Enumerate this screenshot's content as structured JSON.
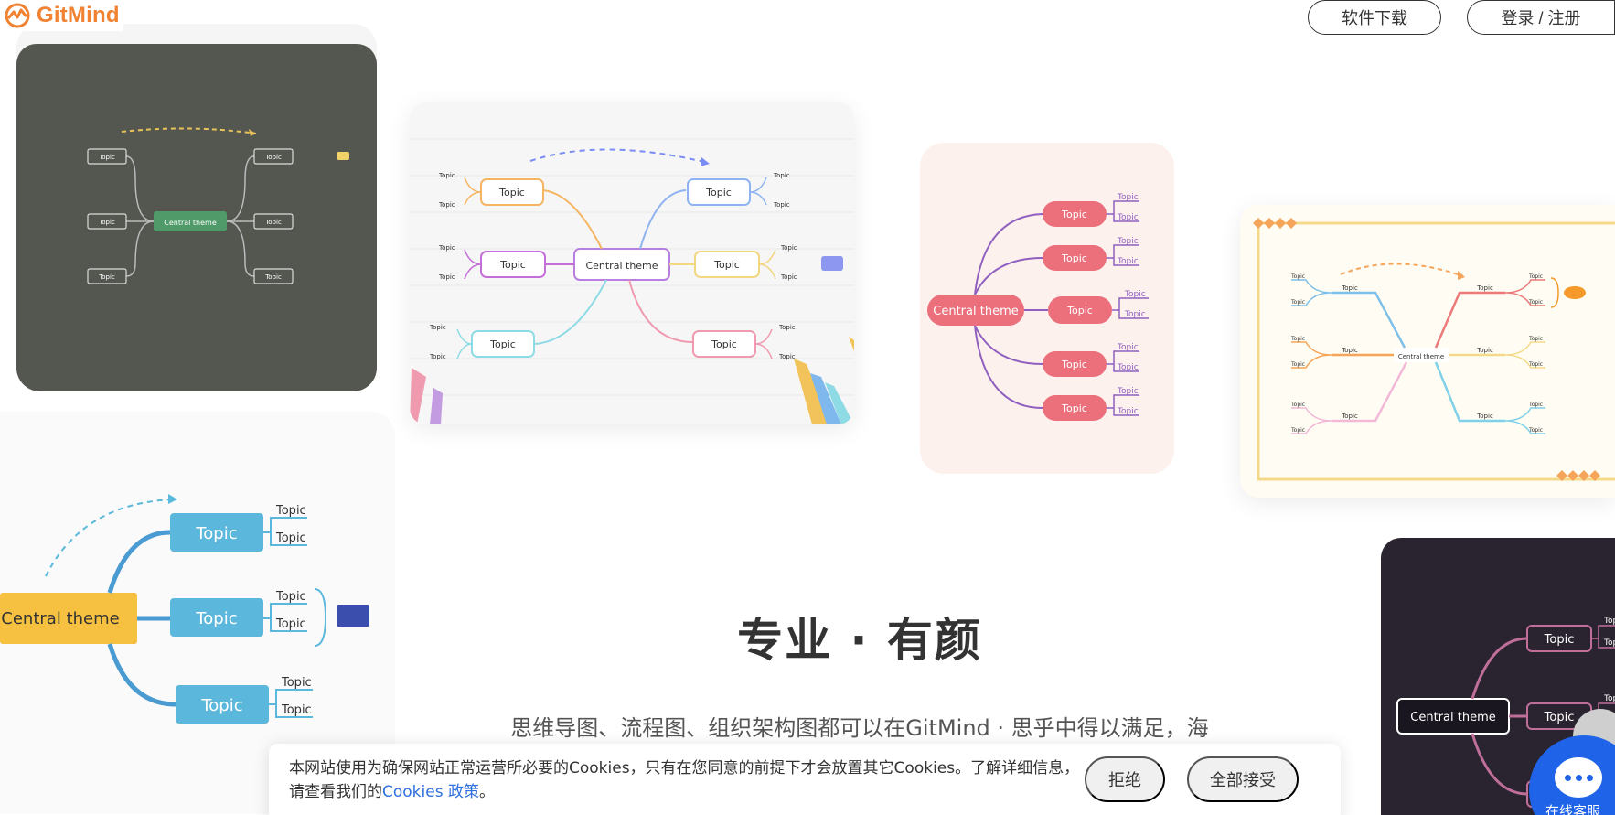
{
  "header": {
    "logo_text": "GitMind",
    "download_label": "软件下载",
    "login_label": "登录 / 注册"
  },
  "hero": {
    "headline": "专业 · 有颜",
    "subline": "思维导图、流程图、组织架构图都可以在GitMind · 思乎中得以满足，海"
  },
  "mindmaps": {
    "central": "Central theme",
    "topic": "Topic"
  },
  "cookie": {
    "text": "本网站使用为确保网站正常运营所必要的Cookies，只有在您同意的前提下才会放置其它Cookies。了解详细信息，请查看我们的",
    "link": "Cookies 政策",
    "end": "。",
    "reject_label": "拒绝",
    "accept_label": "全部接受"
  },
  "chat": {
    "label": "在线客服"
  },
  "colors": {
    "brand": "#f08232",
    "link": "#2f6fe0",
    "chat": "#1e63e8"
  }
}
